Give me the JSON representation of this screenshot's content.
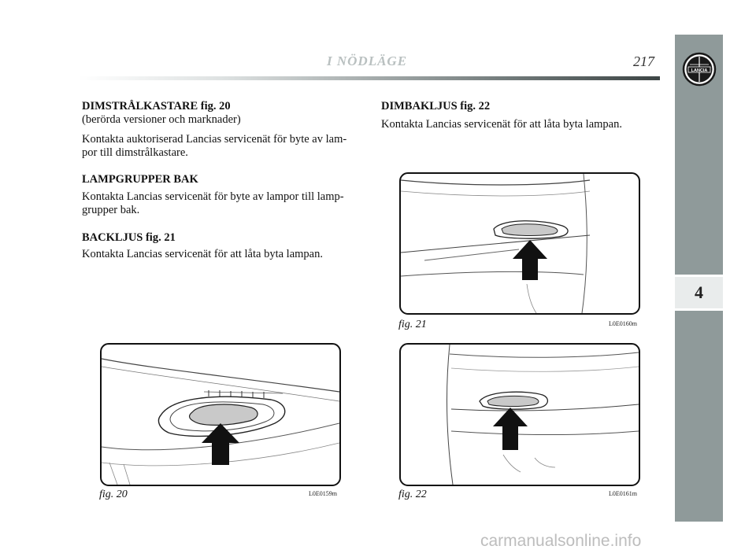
{
  "header": {
    "title": "I NÖDLÄGE",
    "page_number": "217"
  },
  "sidebar": {
    "chapter_tab": "4",
    "logo_text": "LANCIA"
  },
  "left_column": {
    "s1_heading": "DIMSTRÅLKASTARE fig. 20",
    "s1_sub": "(berörda versioner och marknader)",
    "s1_line1": "Kontakta auktoriserad Lancias servicenät för byte av lam-",
    "s1_line2": "por till dimstrålkastare.",
    "s2_heading": "LAMPGRUPPER BAK",
    "s2_line1": "Kontakta Lancias servicenät för byte av lampor till lamp-",
    "s2_line2": "grupper bak.",
    "s3_heading": "BACKLJUS fig. 21",
    "s3_line1": "Kontakta Lancias servicenät för att låta byta lampan."
  },
  "right_column": {
    "s4_heading": "DIMBAKLJUS fig. 22",
    "s4_line1": "Kontakta Lancias servicenät för att låta byta lampan."
  },
  "figures": {
    "fig20": {
      "caption": "fig. 20",
      "code": "L0E0159m"
    },
    "fig21": {
      "caption": "fig. 21",
      "code": "L0E0160m"
    },
    "fig22": {
      "caption": "fig. 22",
      "code": "L0E0161m"
    }
  },
  "watermark": "carmanualsonline.info"
}
